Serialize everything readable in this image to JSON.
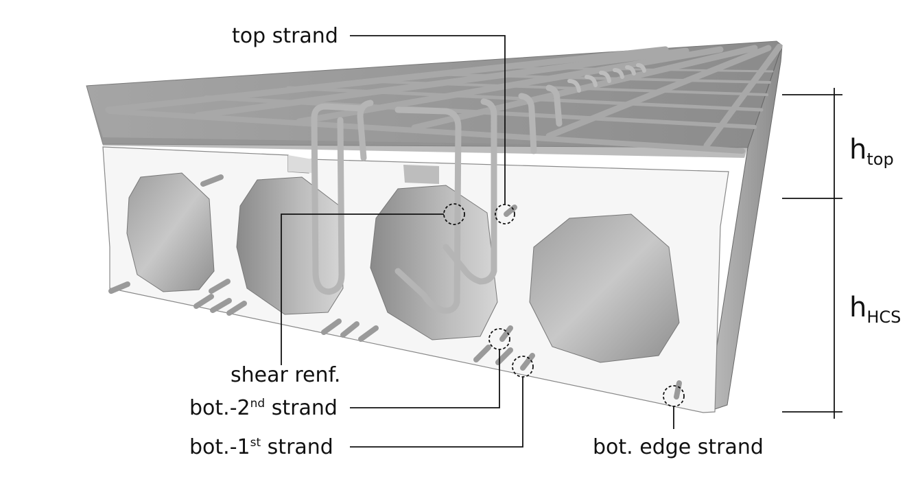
{
  "labels": {
    "top_strand": "top strand",
    "shear_renf": "shear renf.",
    "bot2": {
      "prefix": "bot.-2",
      "sup": "nd",
      "suffix": " strand"
    },
    "bot1": {
      "prefix": "bot.-1",
      "sup": "st",
      "suffix": " strand"
    },
    "bot_edge": "bot. edge strand"
  },
  "dimensions": {
    "h_top": {
      "main": "h",
      "sub": "top"
    },
    "h_hcs": {
      "main": "h",
      "sub": "HCS"
    }
  },
  "colors": {
    "slab_face": "#f4f4f4",
    "topping": "#8e8e8e",
    "void": "#b8b8b8",
    "rebar": "#cfcfcf",
    "line": "#111111"
  }
}
